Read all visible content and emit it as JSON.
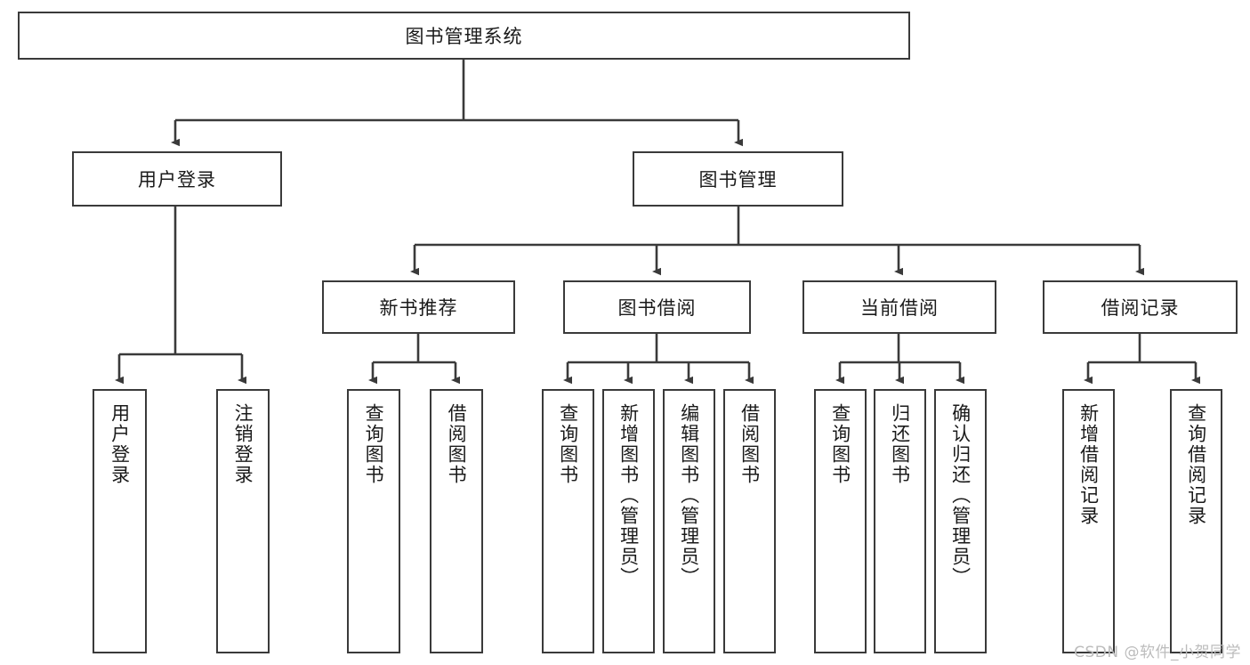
{
  "diagram": {
    "title": "图书管理系统",
    "type": "hierarchy-tree",
    "root": {
      "label": "图书管理系统"
    },
    "level2": [
      {
        "label": "用户登录"
      },
      {
        "label": "图书管理"
      }
    ],
    "level3": [
      {
        "label": "新书推荐"
      },
      {
        "label": "图书借阅"
      },
      {
        "label": "当前借阅"
      },
      {
        "label": "借阅记录"
      }
    ],
    "leaves": {
      "user_login": [
        {
          "label": "用户登录"
        },
        {
          "label": "注销登录"
        }
      ],
      "new_book_recommend": [
        {
          "label": "查询图书"
        },
        {
          "label": "借阅图书"
        }
      ],
      "book_borrow": [
        {
          "label": "查询图书"
        },
        {
          "label": "新增图书（管理员）"
        },
        {
          "label": "编辑图书（管理员）"
        },
        {
          "label": "借阅图书"
        }
      ],
      "current_borrow": [
        {
          "label": "查询图书"
        },
        {
          "label": "归还图书"
        },
        {
          "label": "确认归还（管理员）"
        }
      ],
      "borrow_record": [
        {
          "label": "新增借阅记录"
        },
        {
          "label": "查询借阅记录"
        }
      ]
    }
  },
  "watermark": {
    "text": "CSDN @软件_小贺同学"
  },
  "colors": {
    "border": "#3a3a3a",
    "background": "#ffffff",
    "text": "#1a1a1a",
    "watermark": "#bcbcbc"
  }
}
